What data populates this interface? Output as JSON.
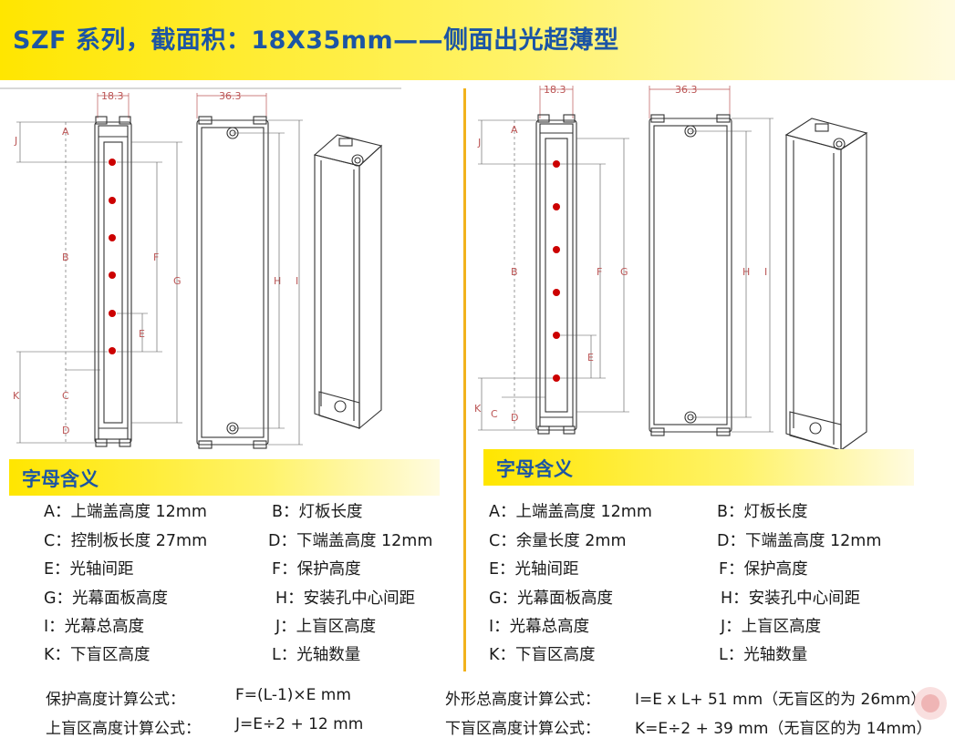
{
  "title": "SZF 系列，截面积：18X35mm——侧面出光超薄型",
  "colors": {
    "title_bg": "#ffe600",
    "title_text": "#1c55a4",
    "divider": "#f2b21c",
    "dot": "#cc0000"
  },
  "left_drawing": {
    "dims": {
      "width_front": "18.3",
      "width_side": "36.3"
    },
    "letters": {
      "a": "A",
      "b": "B",
      "c": "C",
      "d": "D",
      "e": "E",
      "f": "F",
      "g": "G",
      "h": "H",
      "i": "I",
      "j": "J",
      "k": "K"
    }
  },
  "right_drawing": {
    "dims": {
      "width_front": "18.3",
      "width_side": "36.3"
    },
    "letters": {
      "a": "A",
      "b": "B",
      "c": "C",
      "d": "D",
      "e": "E",
      "f": "F",
      "g": "G",
      "h": "H",
      "i": "I",
      "j": "J",
      "k": "K"
    }
  },
  "left_legend": {
    "header": "字母含义",
    "items": [
      "A：上端盖高度 12mm",
      "B：灯板长度",
      "C：控制板长度 27mm",
      "D：下端盖高度 12mm",
      "E：光轴间距",
      "F：保护高度",
      "G：光幕面板高度",
      "H：安装孔中心间距",
      "I：光幕总高度",
      "J：上盲区高度",
      "K：下盲区高度",
      "L：光轴数量"
    ]
  },
  "right_legend": {
    "header": "字母含义",
    "items": [
      "A：上端盖高度 12mm",
      "B：灯板长度",
      "C：余量长度 2mm",
      "D：下端盖高度 12mm",
      "E：光轴间距",
      "F：保护高度",
      "G：光幕面板高度",
      "H：安装孔中心间距",
      "I：光幕总高度",
      "J：上盲区高度",
      "K：下盲区高度",
      "L：光轴数量"
    ]
  },
  "formulas": {
    "protect_label": "保护高度计算公式：",
    "protect_value": "F=(L-1)×E    mm",
    "upper_label": "上盲区高度计算公式：",
    "upper_value": "J=E÷2 + 12    mm",
    "total_label": "外形总高度计算公式：",
    "total_value": "I=E x L+ 51 mm（无盲区的为 26mm）",
    "lower_label": "下盲区高度计算公式：",
    "lower_value": "K=E÷2 + 39 mm（无盲区的为 14mm）"
  }
}
